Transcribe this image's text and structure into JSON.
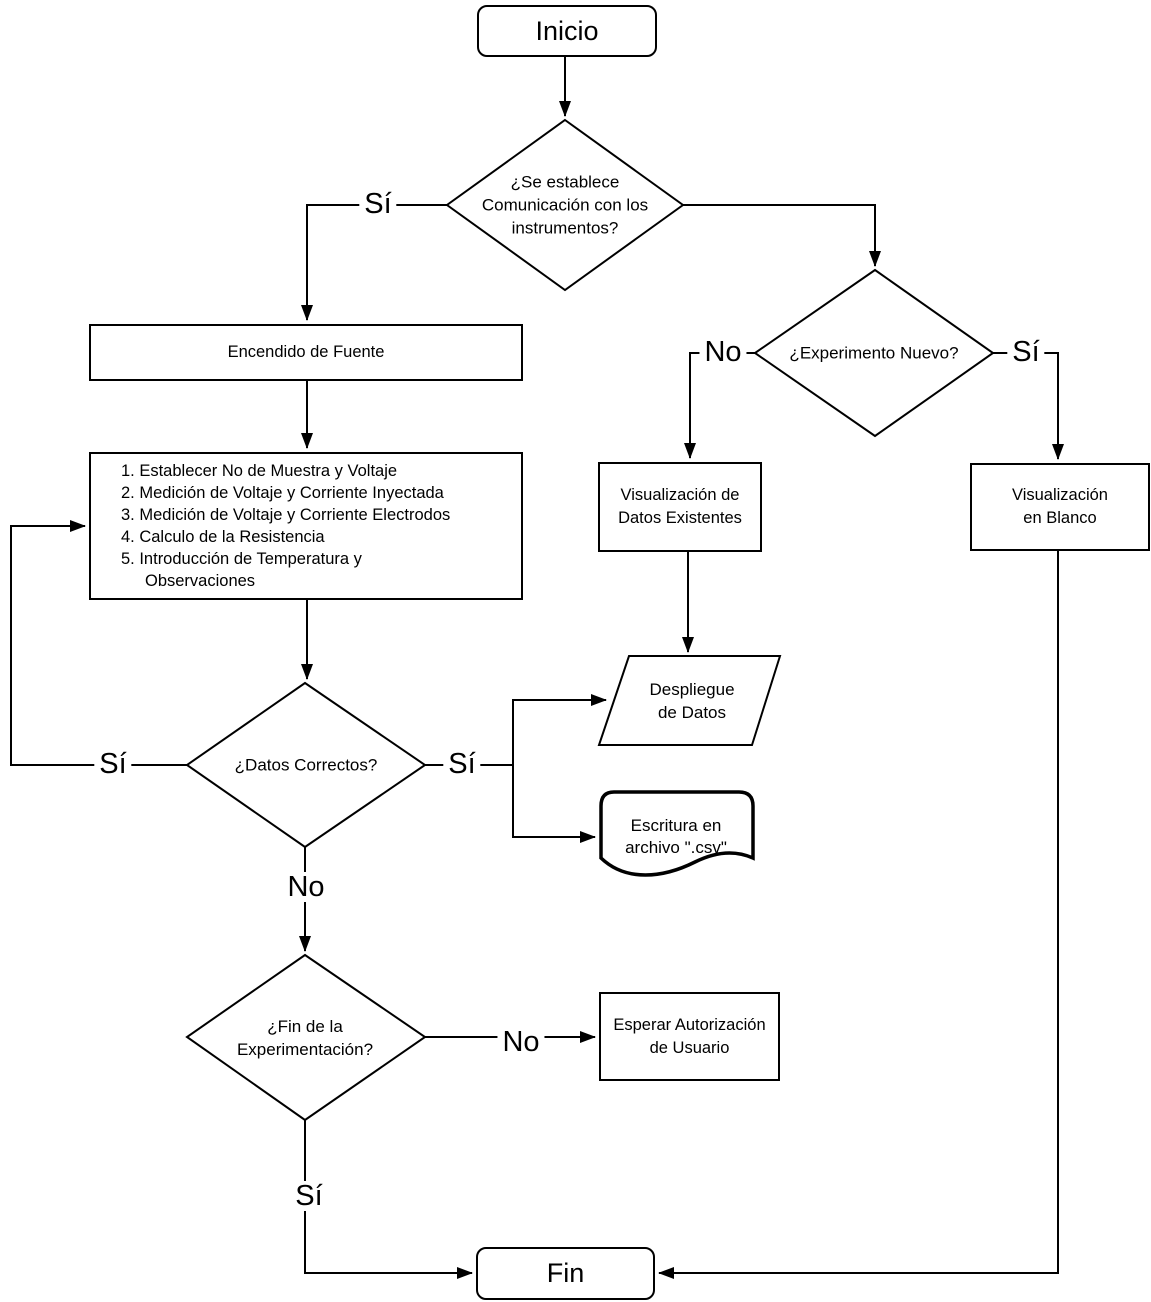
{
  "nodes": {
    "start": {
      "label": "Inicio"
    },
    "decision_comm": {
      "lines": [
        "¿Se establece",
        "Comunicación con los",
        "instrumentos?"
      ]
    },
    "power_on": {
      "label": "Encendido de Fuente"
    },
    "steps": {
      "items": [
        "1. Establecer No de Muestra y Voltaje",
        "2. Medición de Voltaje y Corriente Inyectada",
        "3. Medición de Voltaje y Corriente Electrodos",
        "4. Calculo de la Resistencia",
        "5. Introducción de Temperatura y\nObservaciones"
      ]
    },
    "decision_new": {
      "label": "¿Experimento Nuevo?"
    },
    "view_existing": {
      "lines": [
        "Visualización de",
        "Datos Existentes"
      ]
    },
    "view_blank": {
      "lines": [
        "Visualización",
        "en Blanco"
      ]
    },
    "decision_correct": {
      "label": "¿Datos Correctos?"
    },
    "display_data": {
      "lines": [
        "Despliegue",
        "de Datos"
      ]
    },
    "write_csv": {
      "lines": [
        "Escritura en",
        "archivo \".csv\""
      ]
    },
    "decision_end": {
      "lines": [
        "¿Fin de la",
        "Experimentación?"
      ]
    },
    "wait_auth": {
      "lines": [
        "Esperar Autorización",
        "de Usuario"
      ]
    },
    "end": {
      "label": "Fin"
    }
  },
  "labels": {
    "si_comm": "Sí",
    "no_new": "No",
    "si_new": "Sí",
    "si_correct_loop": "Sí",
    "si_correct_out": "Sí",
    "no_correct": "No",
    "no_end": "No",
    "si_end": "Sí"
  },
  "colors": {
    "line": "#000000",
    "background": "#ffffff"
  }
}
